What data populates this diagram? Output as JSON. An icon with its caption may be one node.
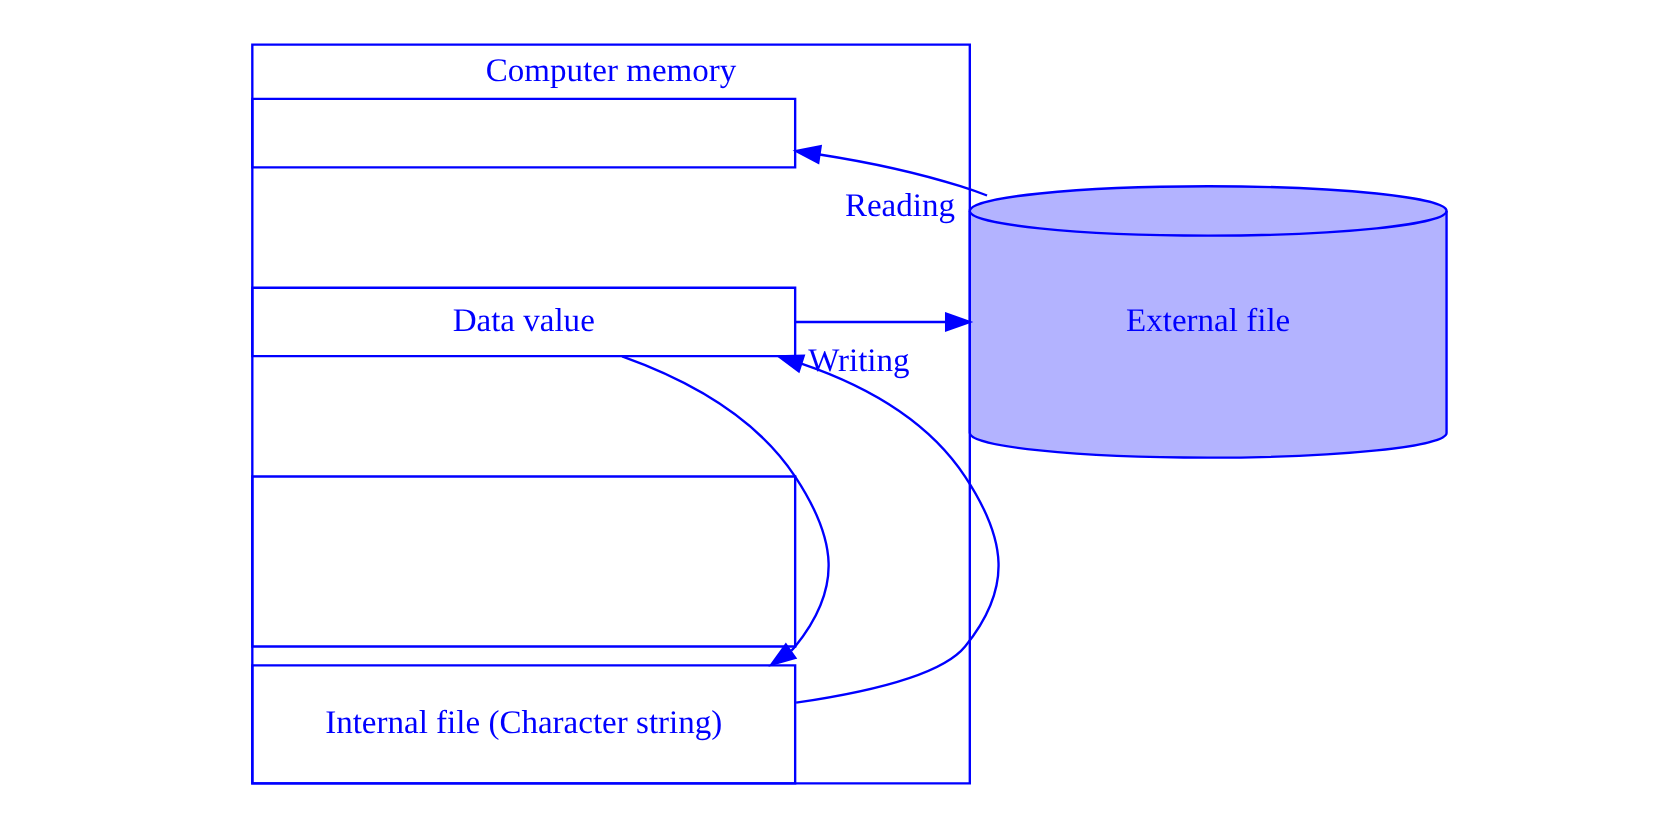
{
  "diagram": {
    "nodes": [
      {
        "text": [
          "Computer memory"
        ]
      },
      {
        "text": [],
        "shape": "box",
        "in": 0
      },
      {
        "text": [
          "Data value"
        ],
        "in": 0
      },
      {
        "text": [],
        "shape": "box",
        "in": 0
      },
      {
        "text": [
          "Internal file (Character string)"
        ],
        "in": 0
      },
      {
        "text": [
          "External file"
        ]
      }
    ],
    "edges": [
      {
        "from": 5,
        "to": 1,
        "arrow": "to",
        "label": "Reading"
      },
      {
        "from": 2,
        "to": 5,
        "arrow": "to",
        "label": "Writing"
      },
      {
        "from": 2,
        "to": 4,
        "arrow": "to"
      },
      {
        "from": 4,
        "to": 2,
        "arrow": "to"
      }
    ]
  }
}
